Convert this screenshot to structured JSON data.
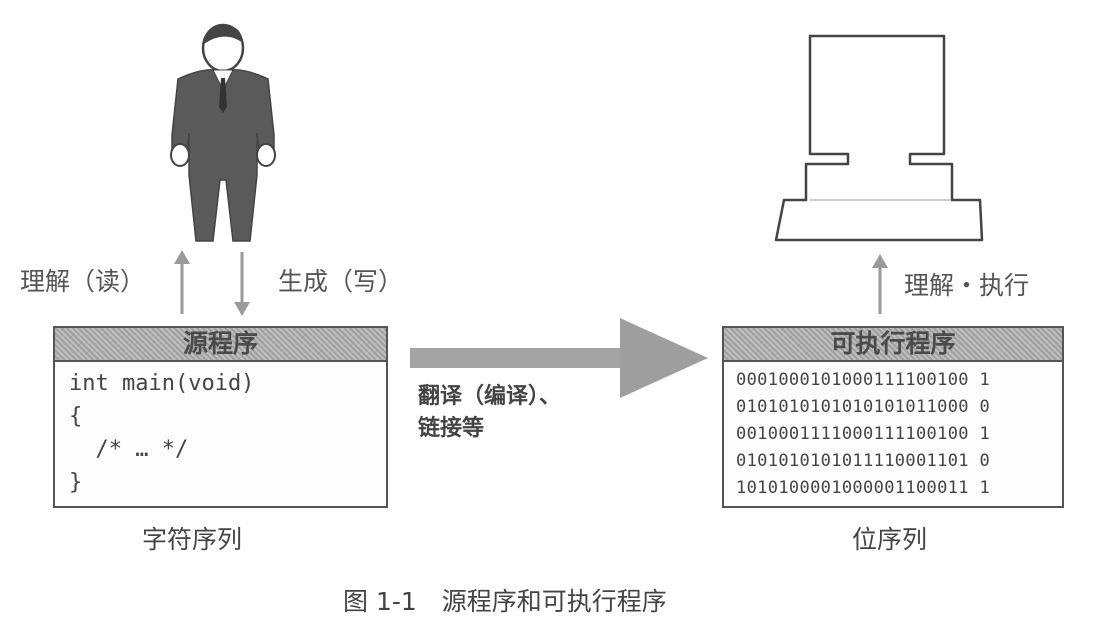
{
  "person": {
    "read_label": "理解（读）",
    "write_label": "生成（写）"
  },
  "source": {
    "title": "源程序",
    "code": [
      "int main(void)",
      "{",
      "  /* … */",
      "}"
    ],
    "caption": "字符序列"
  },
  "translate": {
    "line1": "翻译（编译）、",
    "line2": "链接等"
  },
  "executable": {
    "title": "可执行程序",
    "bits": [
      "0001000101000111100100 1",
      "0101010101010101011000 0",
      "0010001111000111100100 1",
      "0101010101011110001101 0",
      "1010100001000001100011 1"
    ],
    "caption": "位序列"
  },
  "computer": {
    "exec_label": "理解・执行"
  },
  "figure": {
    "caption": "图 1-1　源程序和可执行程序"
  },
  "colors": {
    "ink": "#4a4a4a",
    "box_header": "#a8a8a8",
    "arrow": "#9e9e9e"
  }
}
